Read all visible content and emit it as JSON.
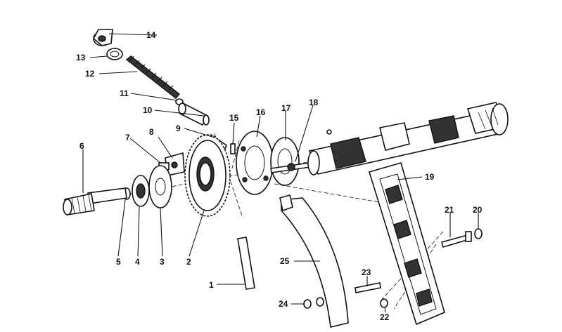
{
  "callouts": {
    "c1": "1",
    "c2": "2",
    "c3": "3",
    "c4": "4",
    "c5": "5",
    "c6": "6",
    "c7": "7",
    "c8": "8",
    "c9": "9",
    "c10": "10",
    "c11": "11",
    "c12": "12",
    "c13": "13",
    "c14": "14",
    "c15": "15",
    "c16": "16",
    "c17": "17",
    "c18": "18",
    "c19": "19",
    "c20": "20",
    "c21": "21",
    "c22": "22",
    "c23": "23",
    "c24": "24",
    "c25": "25"
  },
  "colors": {
    "ink": "#111111",
    "paper": "#ffffff",
    "shade": "#333333"
  }
}
